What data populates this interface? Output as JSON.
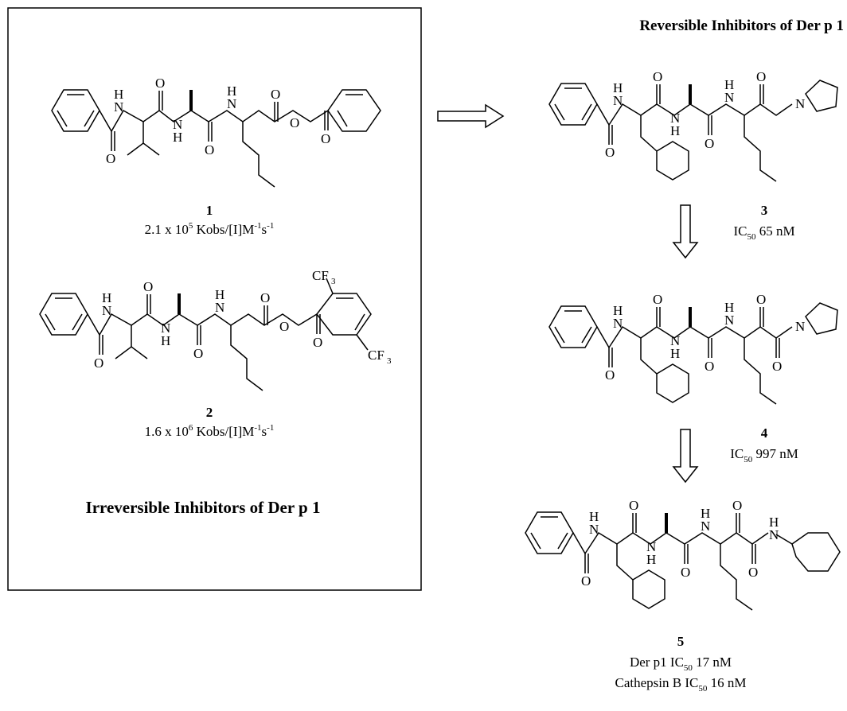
{
  "left_panel": {
    "title": "Irreversible Inhibitors of Der p 1",
    "compounds": [
      {
        "number": "1",
        "rate_mantissa": "2.1 x 10",
        "rate_exp": "5",
        "rate_unit": " Kobs/[I]M",
        "unit_exp1": "-1",
        "unit_s": "s",
        "unit_exp2": "-1"
      },
      {
        "number": "2",
        "rate_mantissa": "1.6 x 10",
        "rate_exp": "6",
        "rate_unit": " Kobs/[I]M",
        "unit_exp1": "-1",
        "unit_s": "s",
        "unit_exp2": "-1"
      }
    ]
  },
  "right_panel": {
    "title": "Reversible Inhibitors of Der p 1",
    "compounds": [
      {
        "number": "3",
        "lines": [
          {
            "prefix": "IC",
            "subscript": "50",
            "suffix": " 65 nM"
          }
        ]
      },
      {
        "number": "4",
        "lines": [
          {
            "prefix": "IC",
            "subscript": "50",
            "suffix": " 997 nM"
          }
        ]
      },
      {
        "number": "5",
        "lines": [
          {
            "prefix": "Der p1 IC",
            "subscript": "50",
            "suffix": " 17 nM"
          },
          {
            "prefix": "Cathepsin B IC",
            "subscript": "50",
            "suffix": " 16 nM"
          }
        ]
      }
    ]
  },
  "atoms": {
    "N": "N",
    "H": "H",
    "O": "O",
    "CF": "CF",
    "three": "3"
  }
}
